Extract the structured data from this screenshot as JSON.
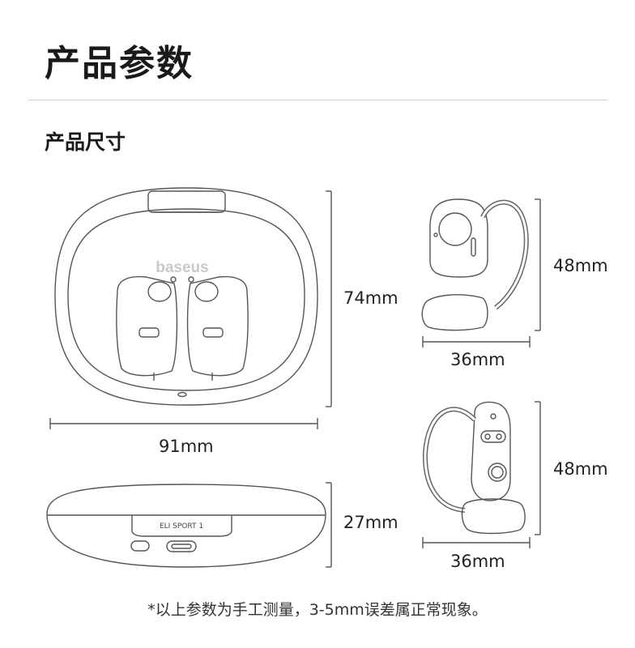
{
  "page": {
    "title": "产品参数",
    "subtitle": "产品尺寸",
    "footnote": "*以上参数为手工测量，3-5mm误差属正常现象。"
  },
  "product": {
    "brand_logo_text": "baseus",
    "case_label": "ELI SPORT 1"
  },
  "dimensions": {
    "case_height": "74mm",
    "case_width": "91mm",
    "case_depth": "27mm",
    "earbud_side_height": "48mm",
    "earbud_side_width": "36mm",
    "earbud_back_height": "48mm",
    "earbud_back_width": "36mm"
  },
  "colors": {
    "line": "#555555",
    "text": "#1a1a1a"
  }
}
